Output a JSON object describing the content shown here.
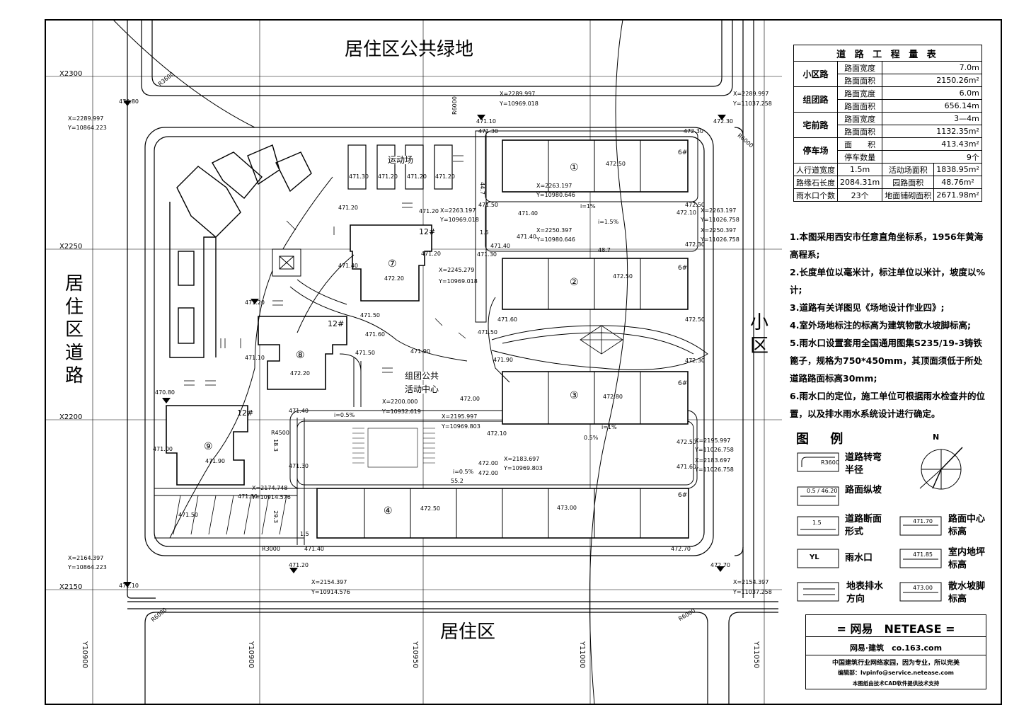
{
  "drawing": {
    "region_top": "居住区公共绿地",
    "region_bottom": "居住区",
    "region_left": "居住区道路",
    "region_right": "小区",
    "activity_center": [
      "组团公共",
      "活动中心"
    ],
    "sports_field": "运动场",
    "grid_x": [
      "X2300",
      "X2250",
      "X2200",
      "X2150"
    ],
    "grid_y": [
      "Y10900",
      "Y10900",
      "Y10950",
      "Y11000",
      "Y11050"
    ],
    "radii": [
      "R3600",
      "R6000",
      "R4500",
      "R3000",
      "R6000",
      "R6000",
      "R6000"
    ],
    "building_numbers": [
      "①",
      "②",
      "③",
      "④",
      "⑦",
      "⑧",
      "⑨"
    ],
    "building_floors": [
      "6#",
      "6#",
      "6#",
      "6#",
      "12#",
      "12#",
      "12#"
    ],
    "floor_elevations": [
      "472.50",
      "472.50",
      "472.80",
      "472.50",
      "473.00",
      "472.20",
      "472.20",
      "471.90"
    ],
    "field_elevations": [
      "471.30",
      "471.20",
      "471.20",
      "471.20"
    ],
    "spot_elevations": [
      "470.80",
      "471.10",
      "471.30",
      "472.30",
      "472.30",
      "471.20",
      "471.20",
      "471.50",
      "471.40",
      "471.40",
      "471.30",
      "471.40",
      "471.20",
      "471.40",
      "471.60",
      "471.50",
      "471.60",
      "471.90",
      "471.90",
      "472.50",
      "471.50",
      "472.00",
      "472.10",
      "472.30",
      "472.50",
      "472.30",
      "471.10",
      "470.80",
      "471.20",
      "471.00",
      "471.40",
      "471.30",
      "471.50",
      "471.30",
      "471.40",
      "471.20",
      "472.10",
      "472.00",
      "472.00",
      "472.50",
      "471.60",
      "472.70",
      "472.70",
      "471.10",
      "471.50"
    ],
    "coordinates": [
      "X=2289.997",
      "Y=10864.223",
      "X=2289.997",
      "Y=10969.018",
      "X=2289.997",
      "Y=11037.258",
      "X=2263.197",
      "Y=10980.646",
      "X=2263.197",
      "Y=10969.018",
      "X=2250.397",
      "Y=10980.646",
      "X=2245.279",
      "Y=10969.018",
      "X=2250.397",
      "Y=11026.758",
      "X=2263.197",
      "Y=11026.758",
      "X=2200.000",
      "Y=10932.619",
      "X=2195.997",
      "Y=10969.803",
      "X=2183.697",
      "Y=10969.803",
      "X=2195.997",
      "Y=11026.758",
      "X=2183.697",
      "Y=11026.758",
      "X=2174.748",
      "Y=10914.576",
      "X=2164.397",
      "Y=10864.223",
      "X=2154.397",
      "Y=10914.576",
      "X=2154.397",
      "Y=11037.258"
    ],
    "slopes": [
      "i=0.5%",
      "i=0.5%",
      "i=1%",
      "i=1%",
      "i=1.5%",
      "0.5%",
      "55.2",
      "44.7",
      "48.7",
      "18.3",
      "29.3",
      "1.5",
      "1.5"
    ]
  },
  "qty_table": {
    "title": "道 路 工 程 量 表",
    "rows": [
      {
        "cat": "小区路",
        "items": [
          [
            "路面宽度",
            "7.0m"
          ],
          [
            "路面面积",
            "2150.26m²"
          ]
        ]
      },
      {
        "cat": "组团路",
        "items": [
          [
            "路面宽度",
            "6.0m"
          ],
          [
            "路面面积",
            "656.14m"
          ]
        ]
      },
      {
        "cat": "宅前路",
        "items": [
          [
            "路面宽度",
            "3—4m"
          ],
          [
            "路面面积",
            "1132.35m²"
          ]
        ]
      },
      {
        "cat": "停车场",
        "items": [
          [
            "面　　积",
            "413.43m²"
          ],
          [
            "停车数量",
            "9个"
          ]
        ]
      }
    ],
    "summary": [
      [
        "人行道宽度",
        "1.5m",
        "活动场面积",
        "1838.95m²"
      ],
      [
        "路缘石长度",
        "2084.31m",
        "园路面积",
        "48.76m²"
      ],
      [
        "雨水口个数",
        "23个",
        "地面铺砌面积",
        "2671.98m²"
      ]
    ]
  },
  "notes": [
    "1.本图采用西安市任意直角坐标系，1956年黄海高程系;",
    "2.长度单位以毫米计，标注单位以米计，坡度以%计;",
    "3.道路有关详图见《场地设计作业四》;",
    "4.室外场地标注的标高为建筑物散水坡脚标高;",
    "5.雨水口设置套用全国通用图集S235/19-3铸铁篦子，规格为750*450mm，其顶面须低于所处道路路面标高30mm;",
    "6.雨水口的定位，施工单位可根据雨水检查井的位置，以及排水雨水系统设计进行确定。"
  ],
  "legend": {
    "title": "图 例",
    "north": "N",
    "items": [
      {
        "label": "道路转弯半径",
        "sym": "R3600"
      },
      {
        "label": "路面纵坡",
        "sym": "0.5 / 46.20"
      },
      {
        "label": "道路断面形式",
        "sym": "1.5"
      },
      {
        "label": "雨水口",
        "sym": "YL"
      },
      {
        "label": "地表排水方向",
        "sym": ""
      },
      {
        "label": "路面中心标高",
        "sym": "471.70"
      },
      {
        "label": "室内地坪标高",
        "sym": "471.85"
      },
      {
        "label": "散水坡脚标高",
        "sym": "473.00"
      }
    ]
  },
  "title_block": {
    "line1": "= 网易　NETEASE =",
    "line2": "网易·建筑　co.163.com",
    "line3": "中国建筑行业网络家园，因为专业，所以完美",
    "line4": "编辑部：lvpinfo@service.netease.com",
    "line5": "本图纸由技术CAD软件提供技术支持"
  }
}
